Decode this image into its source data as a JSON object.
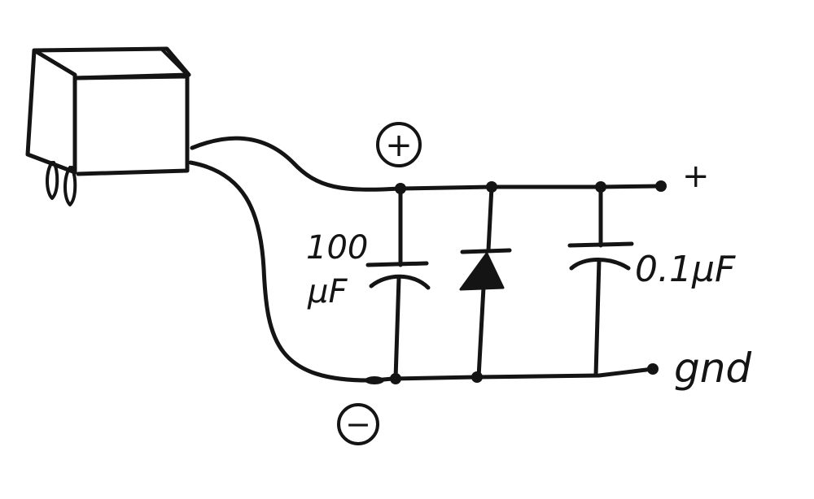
{
  "labels": {
    "capacitor_large": [
      "100",
      "µF"
    ],
    "capacitor_small": "0.1µF",
    "source_plus": "+",
    "source_minus": "−",
    "output_plus": "+",
    "output_gnd": "gnd"
  },
  "colors": {
    "ink": "#141414",
    "paper": "#ffffff"
  }
}
